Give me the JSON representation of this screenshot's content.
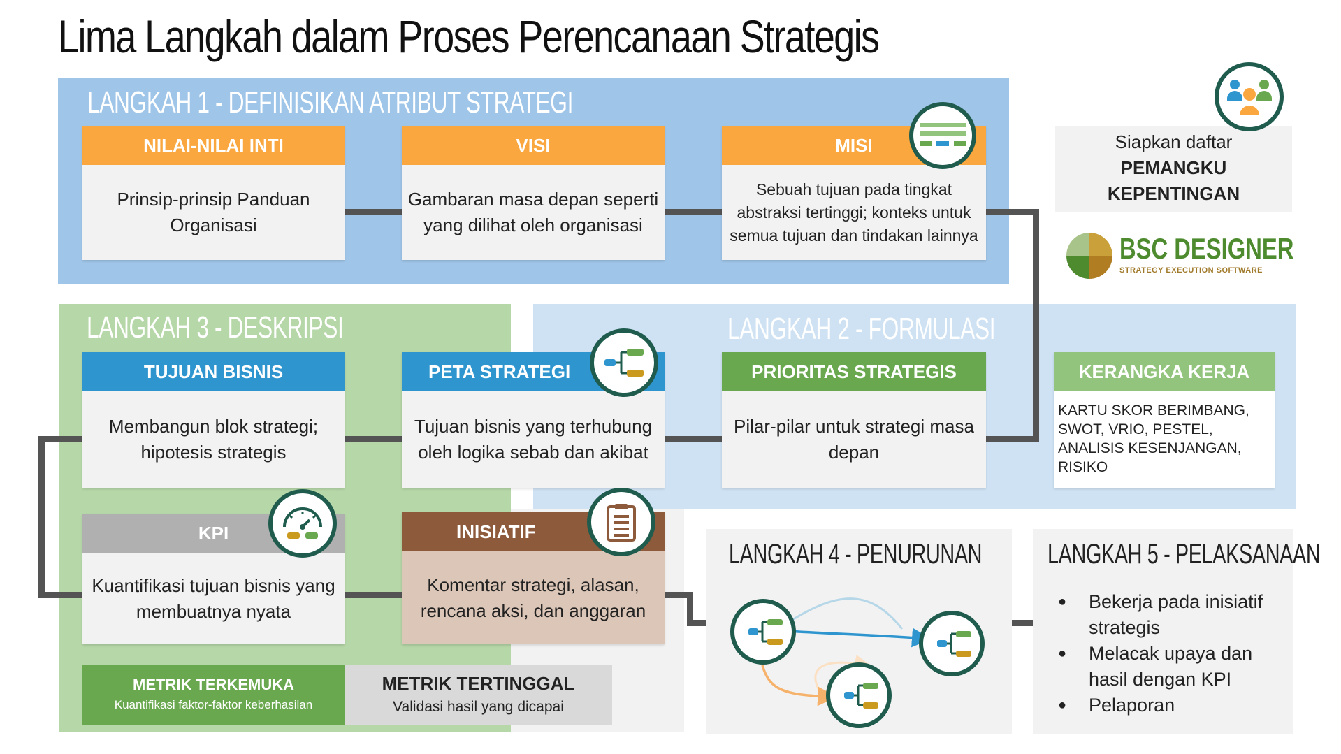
{
  "title": "Lima Langkah dalam Proses Perencanaan Strategis",
  "step1": {
    "label": "LANGKAH 1 - DEFINISIKAN ATRIBUT STRATEGI",
    "cards": [
      {
        "title": "NILAI-NILAI INTI",
        "body": "Prinsip-prinsip Panduan Organisasi"
      },
      {
        "title": "VISI",
        "body": "Gambaran masa depan seperti yang dilihat oleh organisasi"
      },
      {
        "title": "MISI",
        "body": "Sebuah tujuan pada tingkat abstraksi tertinggi; konteks untuk semua tujuan dan tindakan lainnya"
      }
    ]
  },
  "stakeholders": {
    "line1": "Siapkan daftar",
    "line2": "PEMANGKU",
    "line3": "KEPENTINGAN"
  },
  "logo": {
    "name": "BSC DESIGNER",
    "tagline": "STRATEGY EXECUTION SOFTWARE"
  },
  "step2": {
    "label": "LANGKAH 2 - FORMULASI",
    "card": {
      "title": "PRIORITAS STRATEGIS",
      "body": "Pilar-pilar untuk strategi masa depan"
    },
    "framework": {
      "title": "KERANGKA KERJA",
      "body": "KARTU SKOR BERIMBANG, SWOT, VRIO, PESTEL, ANALISIS KESENJANGAN, RISIKO"
    }
  },
  "step3": {
    "label": "LANGKAH 3 - DESKRIPSI",
    "cards": [
      {
        "title": "TUJUAN BISNIS",
        "body": "Membangun blok strategi; hipotesis strategis"
      },
      {
        "title": "PETA STRATEGI",
        "body": "Tujuan bisnis yang terhubung oleh logika sebab dan akibat"
      },
      {
        "title": "KPI",
        "body": "Kuantifikasi tujuan bisnis yang membuatnya nyata"
      },
      {
        "title": "INISIATIF",
        "body": "Komentar strategi, alasan, rencana aksi, dan anggaran"
      }
    ],
    "leading": {
      "title": "METRIK TERKEMUKA",
      "sub": "Kuantifikasi faktor-faktor keberhasilan"
    },
    "lagging": {
      "title": "METRIK TERTINGGAL",
      "sub": "Validasi hasil yang dicapai"
    }
  },
  "step4": {
    "label": "LANGKAH 4 - PENURUNAN"
  },
  "step5": {
    "label": "LANGKAH 5 - PELAKSANAAN",
    "items": [
      "Bekerja pada inisiatif strategis",
      "Melacak upaya dan hasil dengan KPI",
      "Pelaporan"
    ]
  },
  "colors": {
    "step1_bg": "#9fc5e8",
    "step2_bg": "#cfe2f3",
    "step3_bg": "#b6d7a8",
    "orange": "#f9a73e",
    "blue": "#2e95cf",
    "green": "#6aa84f",
    "brown": "#8e5a3c",
    "icon_ring": "#1f5c4e"
  },
  "icons": [
    "stakeholders-icon",
    "mission-icon",
    "strategy-map-icon",
    "kpi-gauge-icon",
    "initiative-clipboard-icon",
    "cascading-map-icon"
  ]
}
